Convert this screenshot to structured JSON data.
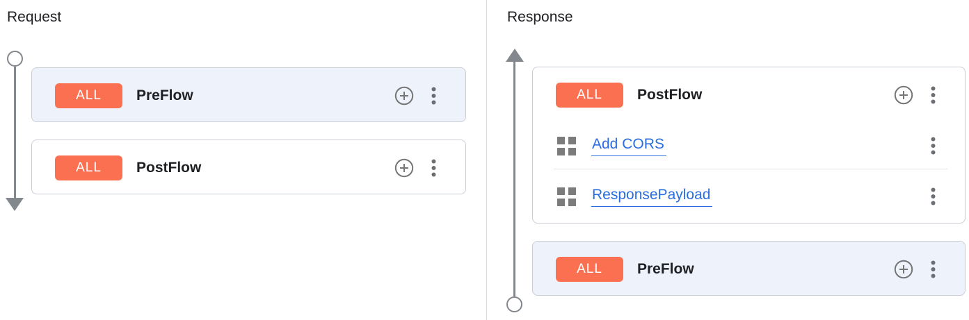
{
  "colors": {
    "badge_orange": "#fa7050",
    "link_blue": "#2a6de0",
    "selected_card_bg": "#eef2fb",
    "card_border": "#c9cdd4",
    "rail_gray": "#83888e",
    "icon_gray": "#757575",
    "kebab_gray": "#6b6f73",
    "divider_gray": "#dadce0",
    "text_dark": "#202124"
  },
  "request": {
    "title": "Request",
    "flows": [
      {
        "badge": "ALL",
        "label": "PreFlow",
        "selected": true
      },
      {
        "badge": "ALL",
        "label": "PostFlow",
        "selected": false
      }
    ]
  },
  "response": {
    "title": "Response",
    "flows": [
      {
        "badge": "ALL",
        "label": "PostFlow",
        "selected": false,
        "policies": [
          {
            "name": "Add CORS"
          },
          {
            "name": "ResponsePayload"
          }
        ]
      },
      {
        "badge": "ALL",
        "label": "PreFlow",
        "selected": true
      }
    ]
  },
  "icons": {
    "add_policy": "plus-in-circle",
    "menu": "vertical-kebab-dots",
    "policy": "four-square-grid",
    "rail_start": "open-circle",
    "rail_end": "arrow-head"
  }
}
